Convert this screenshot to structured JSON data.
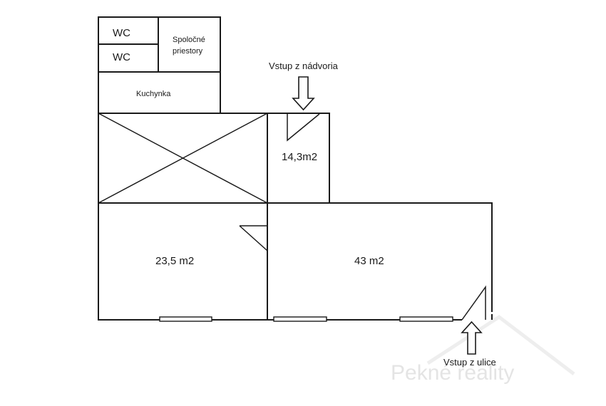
{
  "rooms": {
    "wc1": "WC",
    "wc2": "WC",
    "common": [
      "Spoločné",
      "priestory"
    ],
    "kitchen": "Kuchynka",
    "small_room_area": "14,3m2",
    "left_room_area": "23,5 m2",
    "right_room_area": "43 m2"
  },
  "entrances": {
    "courtyard": "Vstup z nádvoria",
    "street": "Vstup z ulice"
  },
  "watermark": "Pekné reality"
}
